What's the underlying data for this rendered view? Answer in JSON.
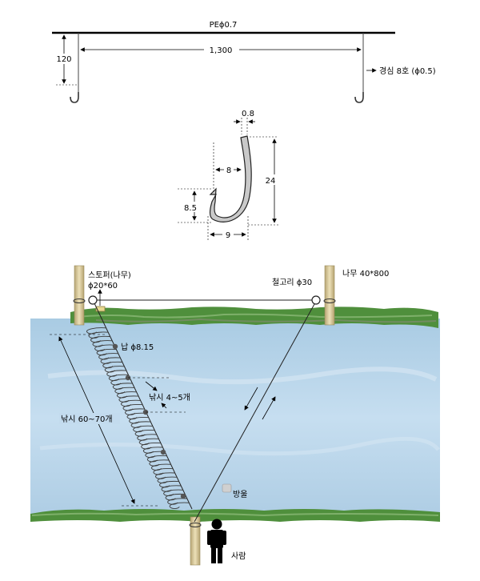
{
  "line_diagram": {
    "main_line_label": "PEϕ0.7",
    "span_label": "1,300",
    "drop_label": "120",
    "branch_label": "경심 8호 (ϕ0.5)"
  },
  "hook_diagram": {
    "wire_label": "0.8",
    "width_label": "8",
    "height_label": "24",
    "barb_label": "8.5",
    "gap_label": "9"
  },
  "setup_diagram": {
    "stopper_label": "스토퍼(나무)",
    "stopper_size": "ϕ20*60",
    "ring_label": "철고리 ϕ30",
    "post_label": "나무 40*800",
    "sinker_label": "납 ϕ8.15",
    "hook_spacing_label": "낚시 4~5개",
    "total_hooks_label": "낚시 60~70개",
    "weight_label": "방울",
    "person_label": "사람"
  },
  "colors": {
    "water": "#bcd7ea",
    "bank": "#4c8e3a",
    "post": "#d6c79a"
  }
}
